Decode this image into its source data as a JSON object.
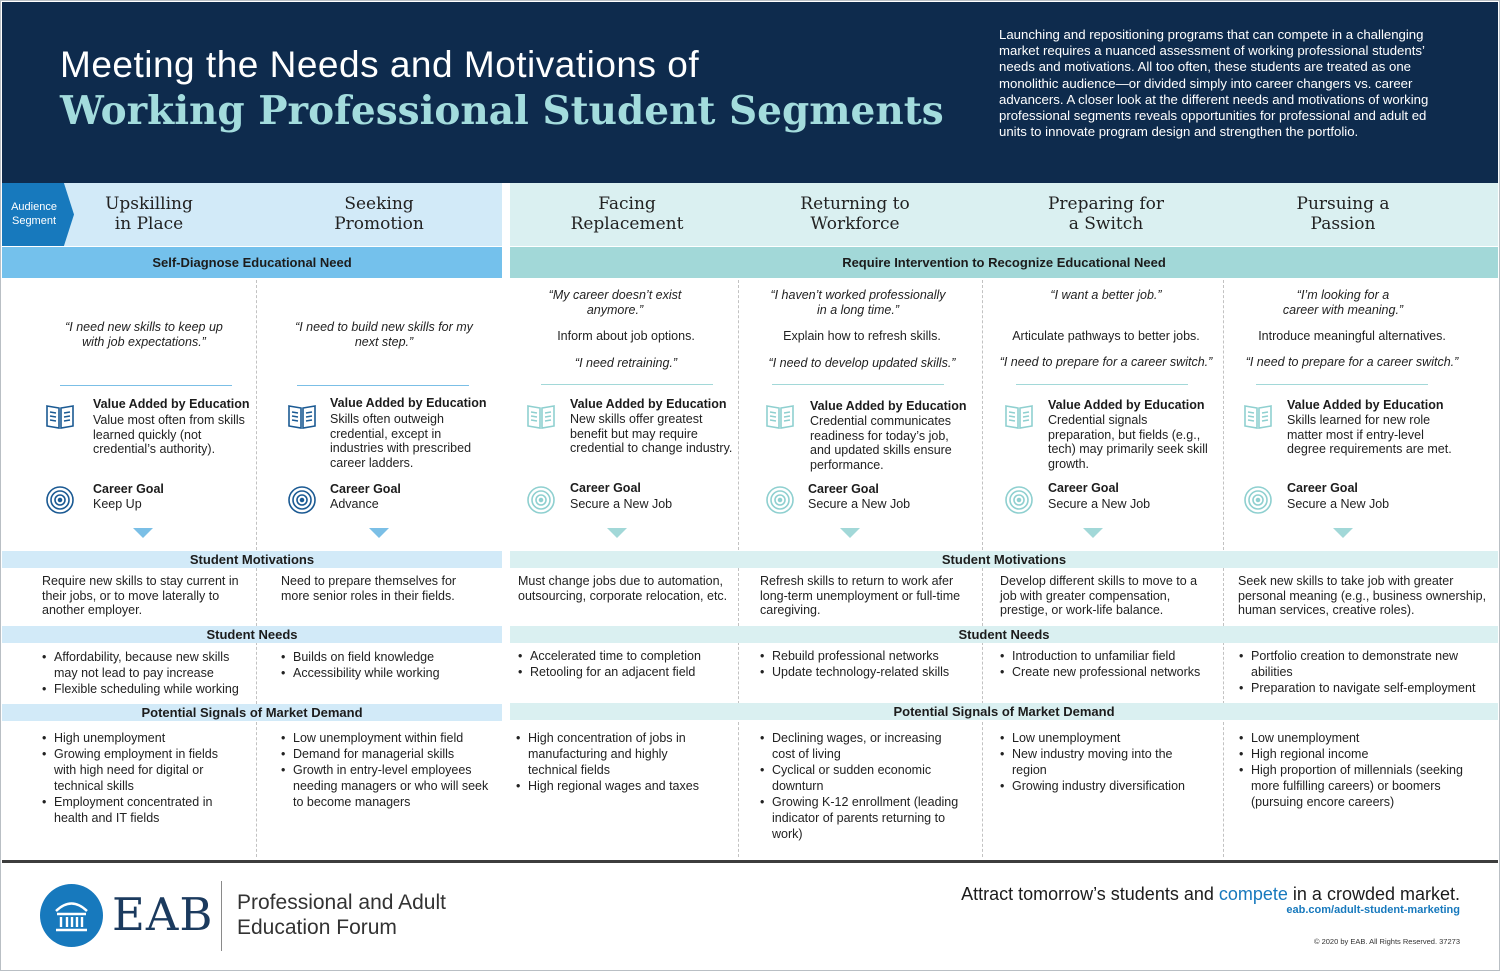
{
  "header": {
    "title_line1": "Meeting the Needs and Motivations of",
    "title_line2": "Working Professional Student Segments",
    "intro": "Launching and repositioning programs that can compete in a challenging market requires a nuanced assessment of working professional students’ needs and motivations. All too often, these students are treated as one monolithic audience—or divided simply into career changers vs. career advancers. A closer look at the different needs and motivations of working professional segments reveals opportunities for professional and adult ed units to innovate program design and strengthen the portfolio."
  },
  "audience_label": "Audience Segment",
  "groups": {
    "left": "Self-Diagnose Educational Need",
    "right": "Require Intervention to Recognize Educational Need"
  },
  "sections": {
    "motivations": "Student Motivations",
    "needs": "Student Needs",
    "signals": "Potential Signals of Market Demand"
  },
  "value_title": "Value Added by Education",
  "goal_title": "Career Goal",
  "segments": [
    {
      "name_line1": "Upskilling",
      "name_line2": "in Place",
      "quote1": "“I need new skills to keep up with job expectations.”",
      "value": "Value most often from skills learned quickly (not credential’s authority).",
      "goal": "Keep Up",
      "motivation": "Require new skills to stay current in their jobs, or to move laterally to another employer.",
      "needs": [
        "Affordability, because new skills may not lead to pay increase",
        "Flexible scheduling while working"
      ],
      "signals": [
        "High unemployment",
        "Growing employment in fields with high need for digital or technical skills",
        "Employment concentrated in health and IT fields"
      ]
    },
    {
      "name_line1": "Seeking",
      "name_line2": "Promotion",
      "quote1": "“I need to build new skills for my next step.”",
      "value": "Skills often outweigh credential, except in industries with prescribed career ladders.",
      "goal": "Advance",
      "motivation": "Need to prepare themselves for more senior roles in their fields.",
      "needs": [
        "Builds on field knowledge",
        "Accessibility while working"
      ],
      "signals": [
        "Low unemployment within field",
        "Demand for managerial skills",
        "Growth in entry-level employees needing managers or who will seek to become managers"
      ]
    },
    {
      "name_line1": "Facing",
      "name_line2": "Replacement",
      "quote1": "“My career doesn’t exist anymore.”",
      "action": "Inform about job options.",
      "quote2": "“I need retraining.”",
      "value": "New skills offer greatest benefit but may require credential to change industry.",
      "goal": "Secure a New Job",
      "motivation": "Must change jobs due to automation, outsourcing, corporate relocation, etc.",
      "needs": [
        "Accelerated time to completion",
        "Retooling for an adjacent field"
      ],
      "signals": [
        "High concentration of jobs in manufacturing and highly technical fields",
        "High regional wages and taxes"
      ]
    },
    {
      "name_line1": "Returning to",
      "name_line2": "Workforce",
      "quote1": "“I haven’t worked professionally in a long time.”",
      "action": "Explain how to refresh skills.",
      "quote2": "“I need to develop updated skills.”",
      "value": "Credential communicates readiness for today’s job, and updated skills ensure performance.",
      "goal": "Secure a New Job",
      "motivation": "Refresh skills to return to work afer long-term unemployment or full-time caregiving.",
      "needs": [
        "Rebuild professional networks",
        "Update technology-related skills"
      ],
      "signals": [
        "Declining wages, or increasing cost of living",
        "Cyclical or sudden economic downturn",
        "Growing K-12 enrollment (leading indicator of parents returning to work)"
      ]
    },
    {
      "name_line1": "Preparing for",
      "name_line2": "a Switch",
      "quote1": "“I want a better job.”",
      "action": "Articulate pathways to better jobs.",
      "quote2": "“I need to prepare for a career switch.”",
      "value": "Credential signals preparation, but fields (e.g., tech) may primarily seek skill growth.",
      "goal": "Secure a New Job",
      "motivation": "Develop different skills to move to a job with greater compensation, prestige, or work-life balance.",
      "needs": [
        "Introduction to unfamiliar field",
        "Create new professional networks"
      ],
      "signals": [
        "Low unemployment",
        "New industry moving into the region",
        "Growing industry diversification"
      ]
    },
    {
      "name_line1": "Pursuing a",
      "name_line2": "Passion",
      "quote1": "“I’m looking for a career with meaning.”",
      "action": "Introduce meaningful alternatives.",
      "quote2": "“I need to prepare for a career switch.”",
      "value": "Skills learned for new role matter most if entry-level degree requirements are met.",
      "goal": "Secure a New Job",
      "motivation": "Seek new skills to take job with greater personal meaning (e.g., business ownership, human services, creative roles).",
      "needs": [
        "Portfolio creation to demonstrate new abilities",
        "Preparation to navigate self-employment"
      ],
      "signals": [
        "Low unemployment",
        "High regional income",
        "High proportion of millennials (seeking more fulfilling careers) or boomers (pursuing encore careers)"
      ]
    }
  ],
  "footer": {
    "logo": "EAB",
    "forum_line1": "Professional and Adult",
    "forum_line2": "Education Forum",
    "tagline_pre": "Attract tomorrow’s students and ",
    "tagline_hl": "compete",
    "tagline_post": " in a crowded market.",
    "url": "eab.com/adult-student-marketing",
    "copyright": "© 2020 by EAB. All Rights Reserved. 37273"
  },
  "colors": {
    "navy": "#0e2b4d",
    "accent_blue": "#1779bd",
    "teal_title": "#a3dcdd",
    "left_bar": "#74c1ec",
    "right_bar": "#a2d8d8"
  }
}
